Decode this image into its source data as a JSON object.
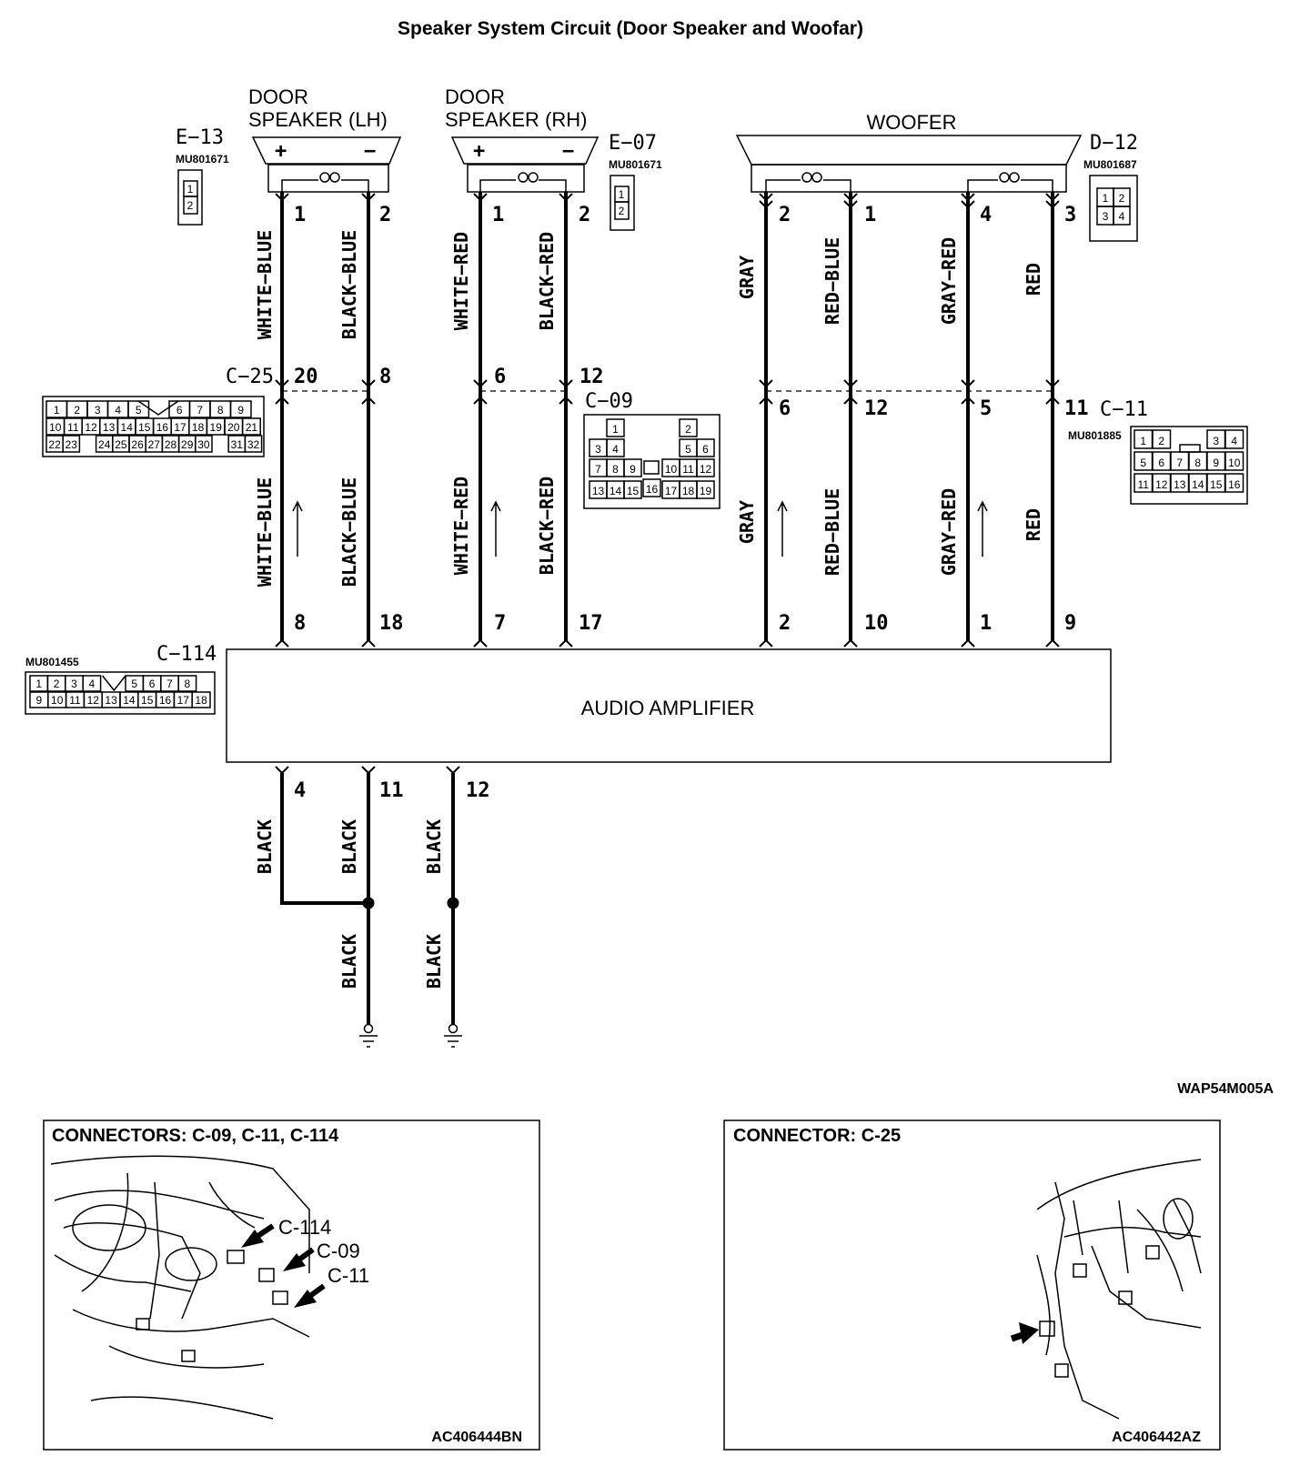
{
  "title": "Speaker System Circuit (Door Speaker and Woofar)",
  "components": {
    "door_speaker_lh": {
      "line1": "DOOR",
      "line2": "SPEAKER (LH)",
      "plus": "+",
      "minus": "−"
    },
    "door_speaker_rh": {
      "line1": "DOOR",
      "line2": "SPEAKER (RH)",
      "plus": "+",
      "minus": "−"
    },
    "woofer": {
      "label": "WOOFER"
    },
    "amplifier": {
      "label": "AUDIO AMPLIFIER"
    }
  },
  "connectors": {
    "e13": {
      "id": "E−13",
      "part": "MU801671",
      "pins": [
        "1",
        "2"
      ]
    },
    "e07": {
      "id": "E−07",
      "part": "MU801671",
      "pins": [
        "1",
        "2"
      ]
    },
    "d12": {
      "id": "D−12",
      "part": "MU801687",
      "pins": [
        "1",
        "2",
        "3",
        "4"
      ]
    },
    "c25": {
      "id": "C−25",
      "rows": [
        [
          "1",
          "2",
          "3",
          "4",
          "5",
          "",
          "6",
          "7",
          "8",
          "9"
        ],
        [
          "10",
          "11",
          "12",
          "13",
          "14",
          "15",
          "16",
          "17",
          "18",
          "19",
          "20",
          "21"
        ],
        [
          "22",
          "23",
          "",
          "24",
          "25",
          "26",
          "27",
          "28",
          "29",
          "30",
          "",
          "31",
          "32"
        ]
      ]
    },
    "c09": {
      "id": "C−09",
      "pins": [
        "1",
        "2",
        "3",
        "4",
        "5",
        "6",
        "7",
        "8",
        "9",
        "10",
        "11",
        "12",
        "13",
        "14",
        "15",
        "16",
        "17",
        "18",
        "19"
      ]
    },
    "c11": {
      "id": "C−11",
      "part": "MU801885",
      "pins": [
        "1",
        "2",
        "3",
        "4",
        "5",
        "6",
        "7",
        "8",
        "9",
        "10",
        "11",
        "12",
        "13",
        "14",
        "15",
        "16"
      ]
    },
    "c114": {
      "id": "C−114",
      "part": "MU801455",
      "rows": [
        [
          "1",
          "2",
          "3",
          "4",
          "",
          "5",
          "6",
          "7",
          "8"
        ],
        [
          "9",
          "10",
          "11",
          "12",
          "13",
          "14",
          "15",
          "16",
          "17",
          "18"
        ]
      ]
    }
  },
  "pins": {
    "lh_spk_plus": "1",
    "lh_spk_minus": "2",
    "rh_spk_plus": "1",
    "rh_spk_minus": "2",
    "woofer_a": "2",
    "woofer_b": "1",
    "woofer_c": "4",
    "woofer_d": "3",
    "c25_a": "20",
    "c25_b": "8",
    "c09_a": "6",
    "c09_b": "12",
    "c11_a": "6",
    "c11_b": "12",
    "c11_c": "5",
    "c11_d": "11",
    "amp_a": "8",
    "amp_b": "18",
    "amp_c": "7",
    "amp_d": "17",
    "amp_e": "2",
    "amp_f": "10",
    "amp_g": "1",
    "amp_h": "9",
    "amp_gnd_a": "4",
    "amp_gnd_b": "11",
    "amp_gnd_c": "12"
  },
  "wires": {
    "white_blue": "WHITE−BLUE",
    "black_blue": "BLACK−BLUE",
    "white_red": "WHITE−RED",
    "black_red": "BLACK−RED",
    "gray": "GRAY",
    "red_blue": "RED−BLUE",
    "gray_red": "GRAY−RED",
    "red": "RED",
    "black": "BLACK"
  },
  "diagram_code": "WAP54M005A",
  "panels": {
    "left": {
      "title": "CONNECTORS: C-09, C-11, C-114",
      "callouts": [
        "C-114",
        "C-09",
        "C-11"
      ],
      "code": "AC406444BN"
    },
    "right": {
      "title": "CONNECTOR: C-25",
      "code": "AC406442AZ"
    }
  }
}
